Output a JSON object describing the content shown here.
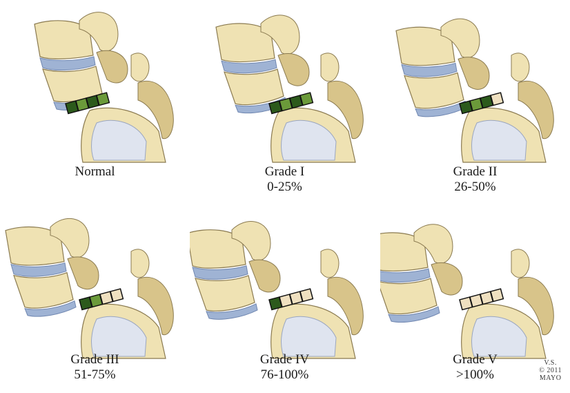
{
  "figure": {
    "panels": [
      {
        "id": "normal",
        "caption_lines": [
          "Normal"
        ],
        "slip_fraction": 0.0,
        "blocks_green": 4,
        "blocks_total": 4
      },
      {
        "id": "grade-1",
        "caption_lines": [
          "Grade I",
          "0-25%"
        ],
        "slip_fraction": 0.2,
        "blocks_green": 4,
        "blocks_total": 4
      },
      {
        "id": "grade-2",
        "caption_lines": [
          "Grade II",
          "26-50%"
        ],
        "slip_fraction": 0.45,
        "blocks_green": 3,
        "blocks_total": 4
      },
      {
        "id": "grade-3",
        "caption_lines": [
          "Grade III",
          "51-75%"
        ],
        "slip_fraction": 0.7,
        "blocks_green": 2,
        "blocks_total": 4
      },
      {
        "id": "grade-4",
        "caption_lines": [
          "Grade IV",
          "76-100%"
        ],
        "slip_fraction": 0.9,
        "blocks_green": 1,
        "blocks_total": 4
      },
      {
        "id": "grade-5",
        "caption_lines": [
          "Grade V",
          ">100%"
        ],
        "slip_fraction": 1.1,
        "blocks_green": 0,
        "blocks_total": 4
      }
    ],
    "credit_lines": [
      "V.S.",
      "© 2011",
      "MAYO"
    ],
    "colors": {
      "bone": "#efe2b3",
      "bone_shadow": "#d8c48a",
      "bone_outline": "#8a7a50",
      "disc": "#9fb3d4",
      "disc_dark": "#6f86b0",
      "sacrum": "#dfe4ef",
      "block_green_dark": "#2c5a1c",
      "block_green_light": "#6b9a3a",
      "block_empty": "#efe0c0",
      "block_outline": "#111111",
      "caption": "#1a1a1a"
    }
  }
}
